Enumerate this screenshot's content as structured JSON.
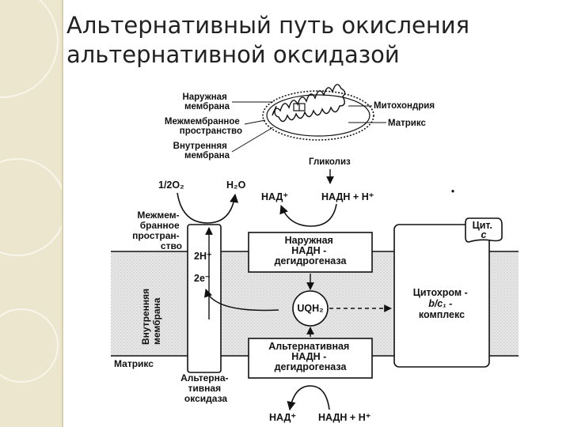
{
  "slide": {
    "title_line1": "Альтернативный путь окисления",
    "title_line2": "альтернативной оксидазой"
  },
  "diagram": {
    "inset": {
      "outer_membrane": [
        "Наружная",
        "мембрана"
      ],
      "intermembrane_space": [
        "Межмембранное",
        "пространство"
      ],
      "inner_membrane": [
        "Внутренняя",
        "мембрана"
      ],
      "mitochondrion": "Митохондрия",
      "matrix": "Матрикс"
    },
    "glycolysis": "Гликолиз",
    "top_left_reaction": {
      "o2": "1/2O₂",
      "h2o": "H₂O"
    },
    "top_center": {
      "nad": "НАД⁺",
      "nadh": "НАДН + Н⁺"
    },
    "left_space_label": [
      "Межмем-",
      "бранное",
      "простран-",
      "ство"
    ],
    "membrane_vertical_label": [
      "Внутренняя",
      "мембрана"
    ],
    "oxidase_channel": {
      "protons": "2H⁺",
      "electrons": "2e⁻"
    },
    "outer_dehydrogenase": [
      "Наружная",
      "НАДН -",
      "дегидрогеназа"
    ],
    "uqh2": "UQH₂",
    "cytochrome": [
      "Цитохром -",
      "b/c₁ -",
      "комплекс"
    ],
    "cyt_c": [
      "Цит.",
      "c"
    ],
    "alt_dehydrogenase": [
      "Альтернативная",
      "НАДН -",
      "дегидрогеназа"
    ],
    "matrix_label": "Матрикс",
    "alt_oxidase": [
      "Альтерна-",
      "тивная",
      "оксидаза"
    ],
    "bottom": {
      "nad": "НАД⁺",
      "nadh": "НАДН + Н⁺"
    }
  }
}
